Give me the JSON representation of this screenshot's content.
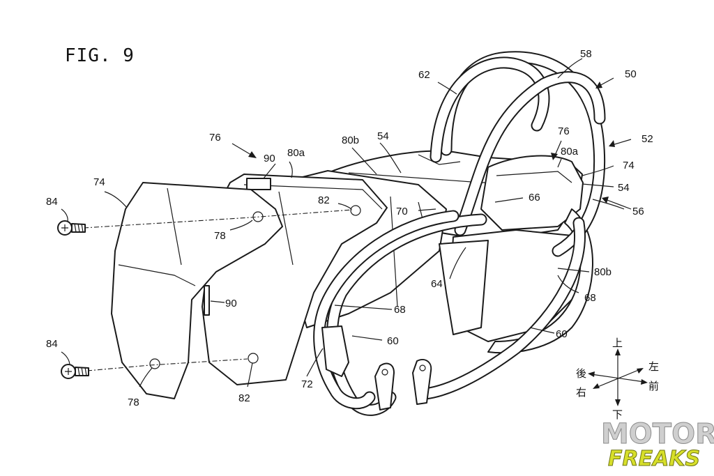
{
  "figure": {
    "title": "FIG. 9"
  },
  "labels": {
    "r50": "50",
    "r52": "52",
    "r54a": "54",
    "r54b": "54",
    "r56": "56",
    "r58": "58",
    "r60a": "60",
    "r60b": "60",
    "r62": "62",
    "r64": "64",
    "r66": "66",
    "r68a": "68",
    "r68b": "68",
    "r70": "70",
    "r72": "72",
    "r74a": "74",
    "r74b": "74",
    "r76a": "76",
    "r76b": "76",
    "r78a": "78",
    "r78b": "78",
    "r80aA": "80a",
    "r80aB": "80a",
    "r80bA": "80b",
    "r80bB": "80b",
    "r82a": "82",
    "r82b": "82",
    "r84a": "84",
    "r84b": "84",
    "r90a": "90",
    "r90b": "90"
  },
  "directions": {
    "up": "上",
    "down": "下",
    "rear": "後",
    "right": "右",
    "left": "左",
    "front": "前"
  },
  "watermark": {
    "line1": "MOTOR",
    "line2": "FREAKS"
  },
  "colors": {
    "line": "#1a1a1a",
    "background": "#ffffff",
    "watermark_grey": "#cfcfcf",
    "watermark_yellow": "#d7df2a"
  }
}
